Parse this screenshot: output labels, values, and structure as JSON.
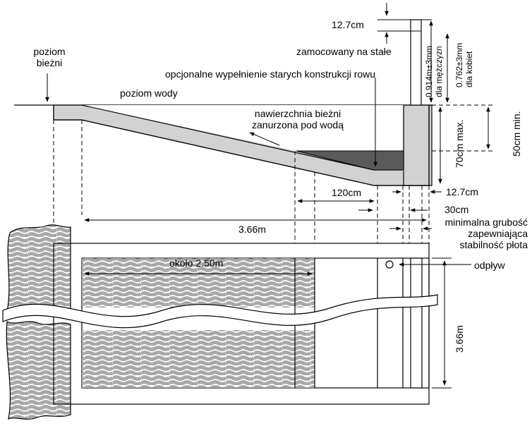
{
  "labels": {
    "track_level": "poziom\nbieżni",
    "water_level": "poziom wody",
    "optional_fill": "opcjonalne wypełnienie starych konstrukcji rowu",
    "fixed_mounted": "zamocowany na stałe",
    "top_thickness": "12.7cm",
    "hurdle_men": "0.914m±3mm\ndla mężczyzn",
    "hurdle_women": "0.762±3mm\ndla kobiet",
    "surface_underwater": "nawierzchnia bieżni\nzanurzona pod wodą",
    "depth_max": "70cm max.",
    "wall_min": "50cm min.",
    "width_120": "120cm",
    "wall_thickness": "12.7cm",
    "overhang_30": "30cm",
    "length_366": "3.66m",
    "min_thickness": "minimalna grubość\nzapewniająca\nstabilność płota",
    "approx_250": "około 2.50m",
    "drain": "odpływ",
    "width_366": "3.66m"
  },
  "colors": {
    "concrete": "#d2d2d2",
    "water_fill": "#5a5a5a",
    "wave": "#a8a8a8",
    "line": "#000000"
  }
}
